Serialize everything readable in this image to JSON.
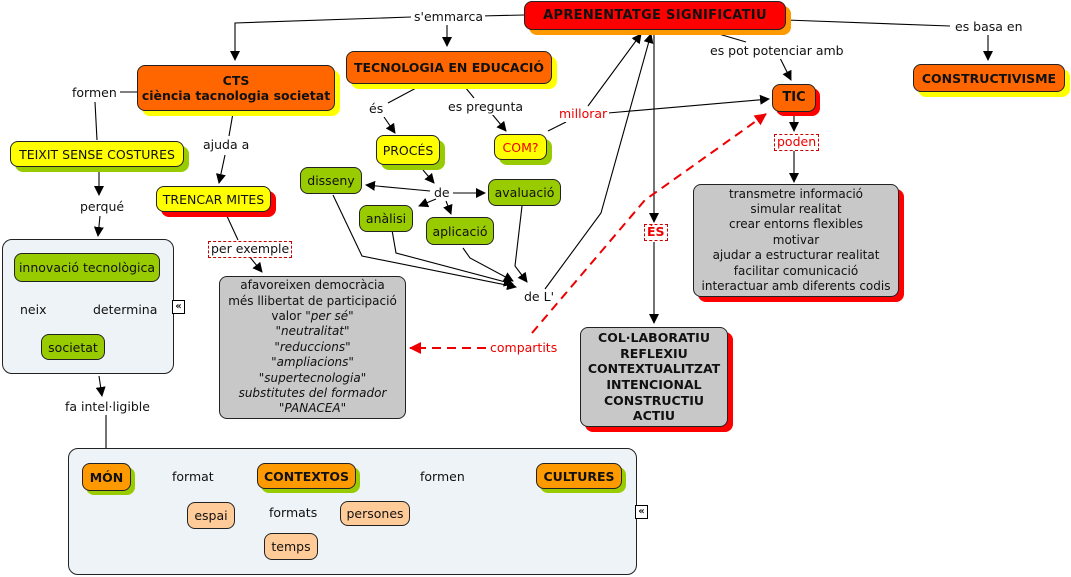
{
  "map_title": "APRENENTATGE SIGNIFICATIU",
  "nodes": {
    "aprenentatge": "APRENENTATGE SIGNIFICATIU",
    "cts_line1": "CTS",
    "cts_line2": "ciència tacnologia societat",
    "tecnologia": "TECNOLOGIA EN EDUCACIÓ",
    "constructivisme": "CONSTRUCTIVISME",
    "tic": "TIC",
    "teixit": "TEIXIT SENSE COSTURES",
    "trencar": "TRENCAR MITES",
    "proces": "PROCÉS",
    "com": "COM?",
    "disseny": "disseny",
    "analisi": "anàlisi",
    "aplicacio": "aplicació",
    "avaluacio": "avaluació",
    "innovacio": "innovació tecnològica",
    "societat": "societat",
    "mon": "MÓN",
    "contextos": "CONTEXTOS",
    "cultures": "CULTURES",
    "espai": "espai",
    "persones": "persones",
    "temps": "temps"
  },
  "tic_capabilities": [
    "transmetre informació",
    "simular realitat",
    "crear entorns flexibles",
    "motivar",
    "ajudar a estructurar realitat",
    "facilitar comunicació",
    "interactuar amb diferents codis"
  ],
  "es_qualities": [
    "COL·LABORATIU",
    "REFLEXIU",
    "CONTEXTUALITZAT",
    "INTENCIONAL",
    "CONSTRUCTIU",
    "ACTIU"
  ],
  "mites_examples": [
    {
      "text": "afavoreixen democràcia",
      "italic": false
    },
    {
      "text": "més llibertat de participació",
      "italic": false
    },
    {
      "text_plain": "valor ",
      "text_italic": "\"per sé\""
    },
    {
      "text": "\"neutralitat\"",
      "italic": true
    },
    {
      "text": "\"reduccions\"",
      "italic": true
    },
    {
      "text": "\"ampliacions\"",
      "italic": true
    },
    {
      "text": "\"supertecnologia\"",
      "italic": true
    },
    {
      "text": "substitutes del formador",
      "italic": true
    },
    {
      "text": "\"PANACEA\"",
      "italic": true
    }
  ],
  "links": {
    "semmarca": "s'emmarca",
    "es_basa_en": "es basa en",
    "es_pot_potenciar": "es pot potenciar amb",
    "formen": "formen",
    "ajuda_a": "ajuda a",
    "es": "és",
    "es_pregunta": "es pregunta",
    "millorar": "millorar",
    "poden": "poden",
    "ES_upper": "ÉS",
    "perque": "perqué",
    "per_exemple": "per exemple",
    "de": "de",
    "de_l": "de L'",
    "compartits": "compartits",
    "neix": "neix",
    "determina": "determina",
    "fa_intelligible": "fa intel·ligible",
    "format": "format",
    "formen2": "formen",
    "formats": "formats"
  },
  "controls": {
    "collapse_glyph": "«"
  },
  "colors": {
    "root": "#ff0000",
    "concept": "#ff6600",
    "yellow": "#ffff00",
    "green": "#99cc00",
    "grey": "#c8c8c8",
    "amber": "#ff9900",
    "peach": "#ffcc99",
    "container": "#edf3f7",
    "dashed_link": "#e00000"
  }
}
